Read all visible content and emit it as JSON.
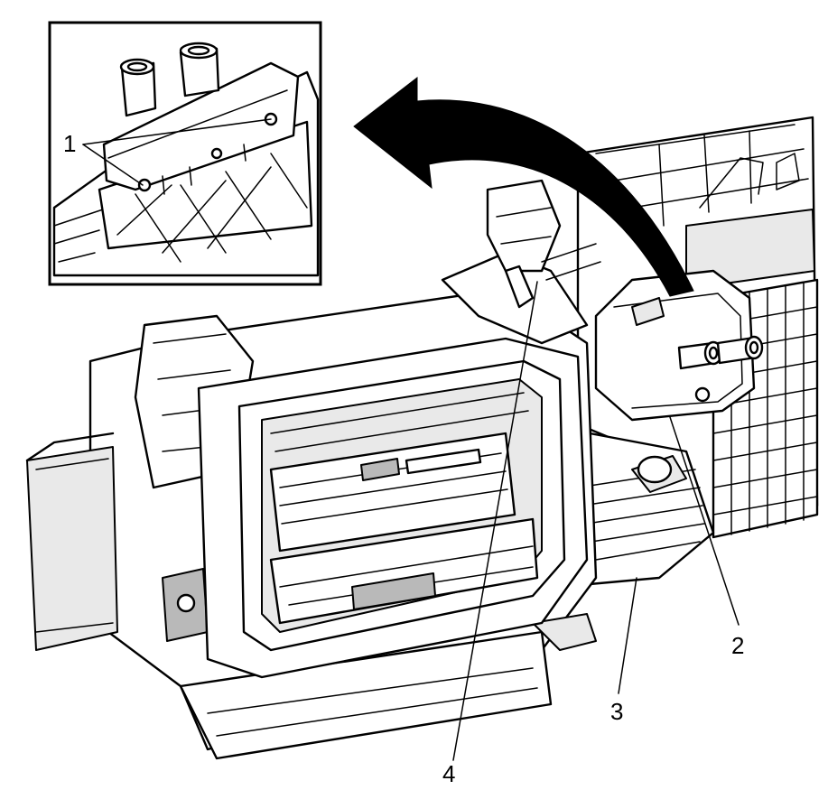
{
  "callouts": {
    "c1": "1",
    "c2": "2",
    "c3": "3",
    "c4": "4"
  },
  "colors": {
    "line": "#000000",
    "background": "#ffffff",
    "shade": "#e9e9e9"
  }
}
